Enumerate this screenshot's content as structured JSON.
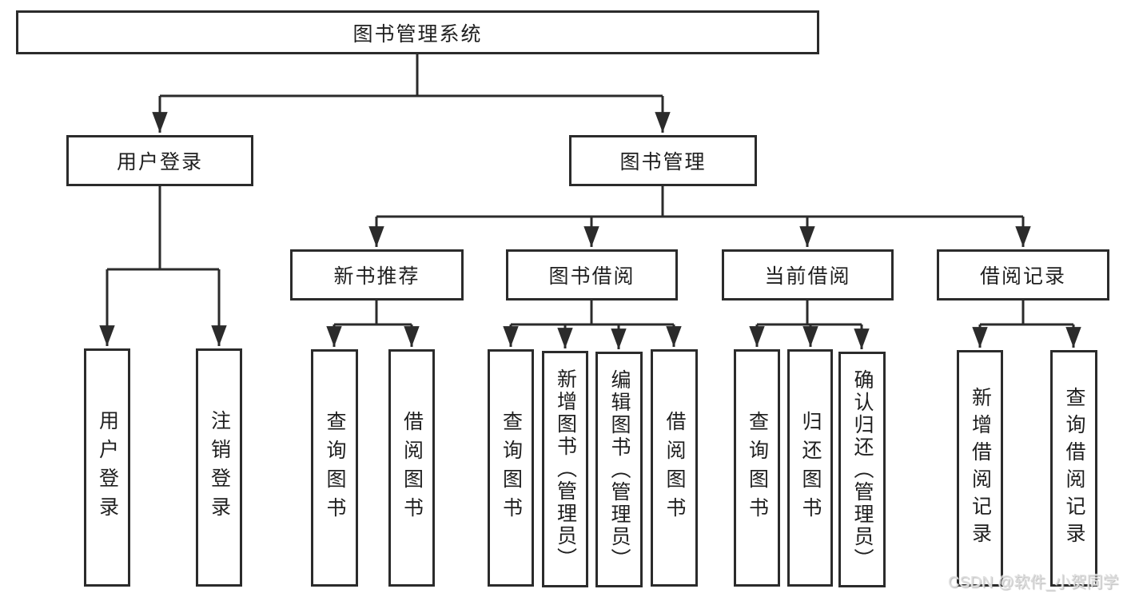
{
  "diagram": {
    "root": {
      "label": "图书管理系统"
    },
    "branches": [
      {
        "label": "用户登录",
        "children": [
          {
            "label": "用户登录"
          },
          {
            "label": "注销登录"
          }
        ]
      },
      {
        "label": "图书管理",
        "children": [
          {
            "label": "新书推荐",
            "children": [
              {
                "label": "查询图书"
              },
              {
                "label": "借阅图书"
              }
            ]
          },
          {
            "label": "图书借阅",
            "children": [
              {
                "label": "查询图书"
              },
              {
                "label": "新增图书（管理员）"
              },
              {
                "label": "编辑图书（管理员）"
              },
              {
                "label": "借阅图书"
              }
            ]
          },
          {
            "label": "当前借阅",
            "children": [
              {
                "label": "查询图书"
              },
              {
                "label": "归还图书"
              },
              {
                "label": "确认归还（管理员）"
              }
            ]
          },
          {
            "label": "借阅记录",
            "children": [
              {
                "label": "新增借阅记录"
              },
              {
                "label": "查询借阅记录"
              }
            ]
          }
        ]
      }
    ]
  },
  "watermark": {
    "text": "CSDN @软件_小贺同学"
  },
  "colors": {
    "line": "#2b2b2b",
    "box_border": "#2b2b2b",
    "text": "#1f1f1f",
    "background": "#ffffff",
    "watermark": "#dedede"
  }
}
